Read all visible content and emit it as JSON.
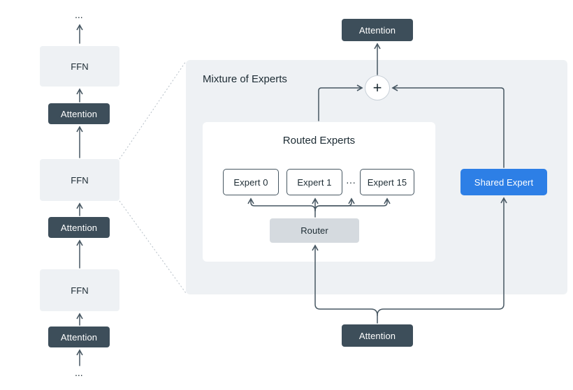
{
  "left_stack": {
    "top_ellipsis": "...",
    "bottom_ellipsis": "...",
    "ffn_labels": [
      "FFN",
      "FFN",
      "FFN"
    ],
    "attention_labels": [
      "Attention",
      "Attention",
      "Attention"
    ]
  },
  "moe": {
    "title": "Mixture of Experts",
    "routed_title": "Routed Experts",
    "experts": [
      "Expert 0",
      "Expert 1",
      "Expert 15"
    ],
    "experts_ellipsis": "···",
    "router_label": "Router",
    "shared_label": "Shared Expert",
    "plus_symbol": "+",
    "top_attention_label": "Attention",
    "bottom_attention_label": "Attention"
  },
  "colors": {
    "dark_block": "#3d4e5a",
    "light_block": "#eef1f4",
    "router": "#d5dadf",
    "shared_expert": "#2d7fe6",
    "arrow": "#475762"
  }
}
